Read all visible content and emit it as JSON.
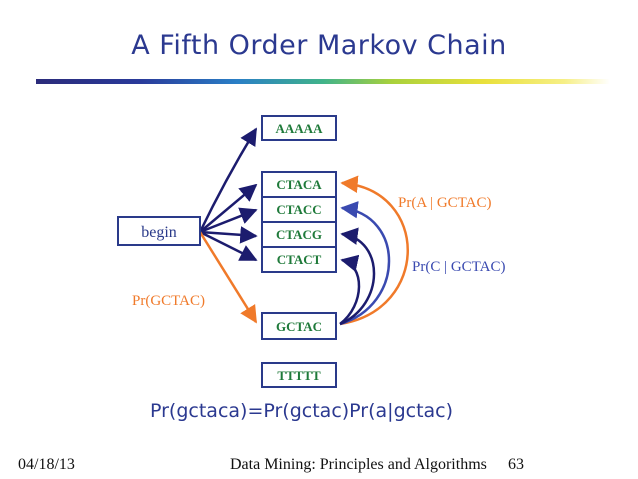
{
  "slide": {
    "title": "A Fifth Order Markov Chain",
    "formula": "Pr(gctaca)=Pr(gctac)Pr(a|gctac)"
  },
  "diagram": {
    "begin_label": "begin",
    "states": [
      "AAAAA",
      "CTACA",
      "CTACC",
      "CTACG",
      "CTACT",
      "GCTAC",
      "TTTTT"
    ],
    "prob_labels": {
      "begin_to_gctac": "Pr(GCTAC)",
      "a_given": "Pr(A | GCTAC)",
      "c_given": "Pr(C | GCTAC)"
    },
    "colors": {
      "node_border": "#2a3a8a",
      "node_text": "#1f7a3a",
      "arrow_navy": "#1c1c6e",
      "arrow_orange": "#f07a2a",
      "arrow_blue": "#3a4ab0"
    }
  },
  "footer": {
    "date": "04/18/13",
    "course": "Data Mining: Principles and Algorithms",
    "page": "63"
  }
}
